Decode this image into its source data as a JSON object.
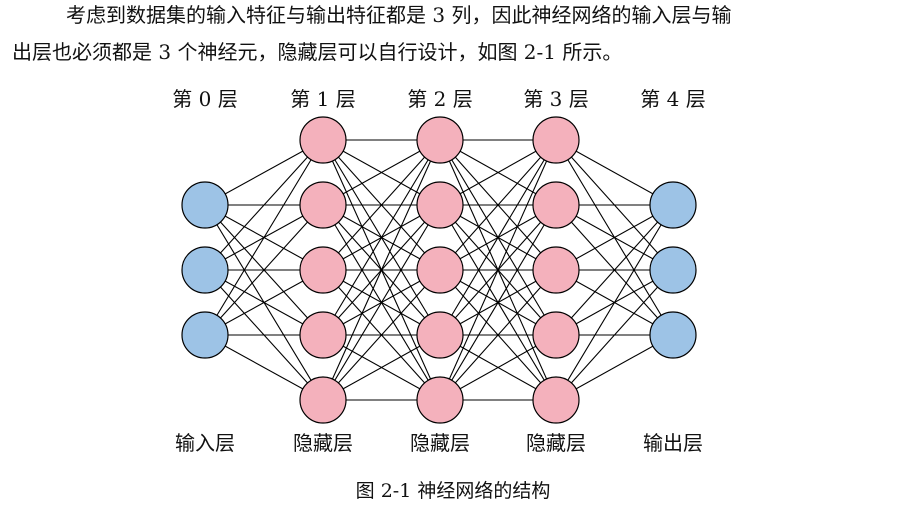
{
  "paragraph": {
    "line1": "考虑到数据集的输入特征与输出特征都是 3 列，因此神经网络的输入层与输",
    "line2": "出层也必须都是 3 个神经元，隐藏层可以自行设计，如图 2-1 所示。"
  },
  "figure": {
    "caption": "图 2-1  神经网络的结构",
    "layers": [
      {
        "index_label": "第 0 层",
        "type_label": "输入层",
        "neurons": 3,
        "role": "io"
      },
      {
        "index_label": "第 1 层",
        "type_label": "隐藏层",
        "neurons": 5,
        "role": "hidden"
      },
      {
        "index_label": "第 2 层",
        "type_label": "隐藏层",
        "neurons": 5,
        "role": "hidden"
      },
      {
        "index_label": "第 3 层",
        "type_label": "隐藏层",
        "neurons": 5,
        "role": "hidden"
      },
      {
        "index_label": "第 4 层",
        "type_label": "输出层",
        "neurons": 3,
        "role": "io"
      }
    ],
    "colors": {
      "io_node": "#9DC3E6",
      "hidden_node": "#F4B1BC",
      "edge": "#000000"
    }
  }
}
